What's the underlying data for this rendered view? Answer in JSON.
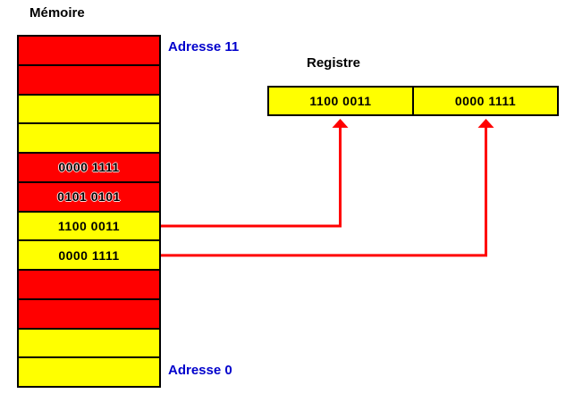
{
  "colors": {
    "cell_red": "#FF0000",
    "cell_yellow": "#FFFF00",
    "border_black": "#000000",
    "address_blue": "#0000CC",
    "arrow_red": "#FF0000"
  },
  "memory": {
    "title": "Mémoire",
    "address_top": "Adresse 11",
    "address_bottom": "Adresse 0",
    "cells": [
      {
        "color": "red",
        "value": ""
      },
      {
        "color": "red",
        "value": ""
      },
      {
        "color": "yellow",
        "value": ""
      },
      {
        "color": "yellow",
        "value": ""
      },
      {
        "color": "red",
        "value": "0000 1111"
      },
      {
        "color": "red",
        "value": "0101 0101"
      },
      {
        "color": "yellow",
        "value": "1100 0011"
      },
      {
        "color": "yellow",
        "value": "0000 1111"
      },
      {
        "color": "red",
        "value": ""
      },
      {
        "color": "red",
        "value": ""
      },
      {
        "color": "yellow",
        "value": ""
      },
      {
        "color": "yellow",
        "value": ""
      }
    ]
  },
  "register": {
    "title": "Registre",
    "cells": [
      {
        "value": "1100 0011"
      },
      {
        "value": "0000 1111"
      }
    ]
  },
  "arrows": [
    {
      "from_memory_index": 6,
      "to_register_index": 0,
      "value": "1100 0011"
    },
    {
      "from_memory_index": 7,
      "to_register_index": 1,
      "value": "0000 1111"
    }
  ]
}
